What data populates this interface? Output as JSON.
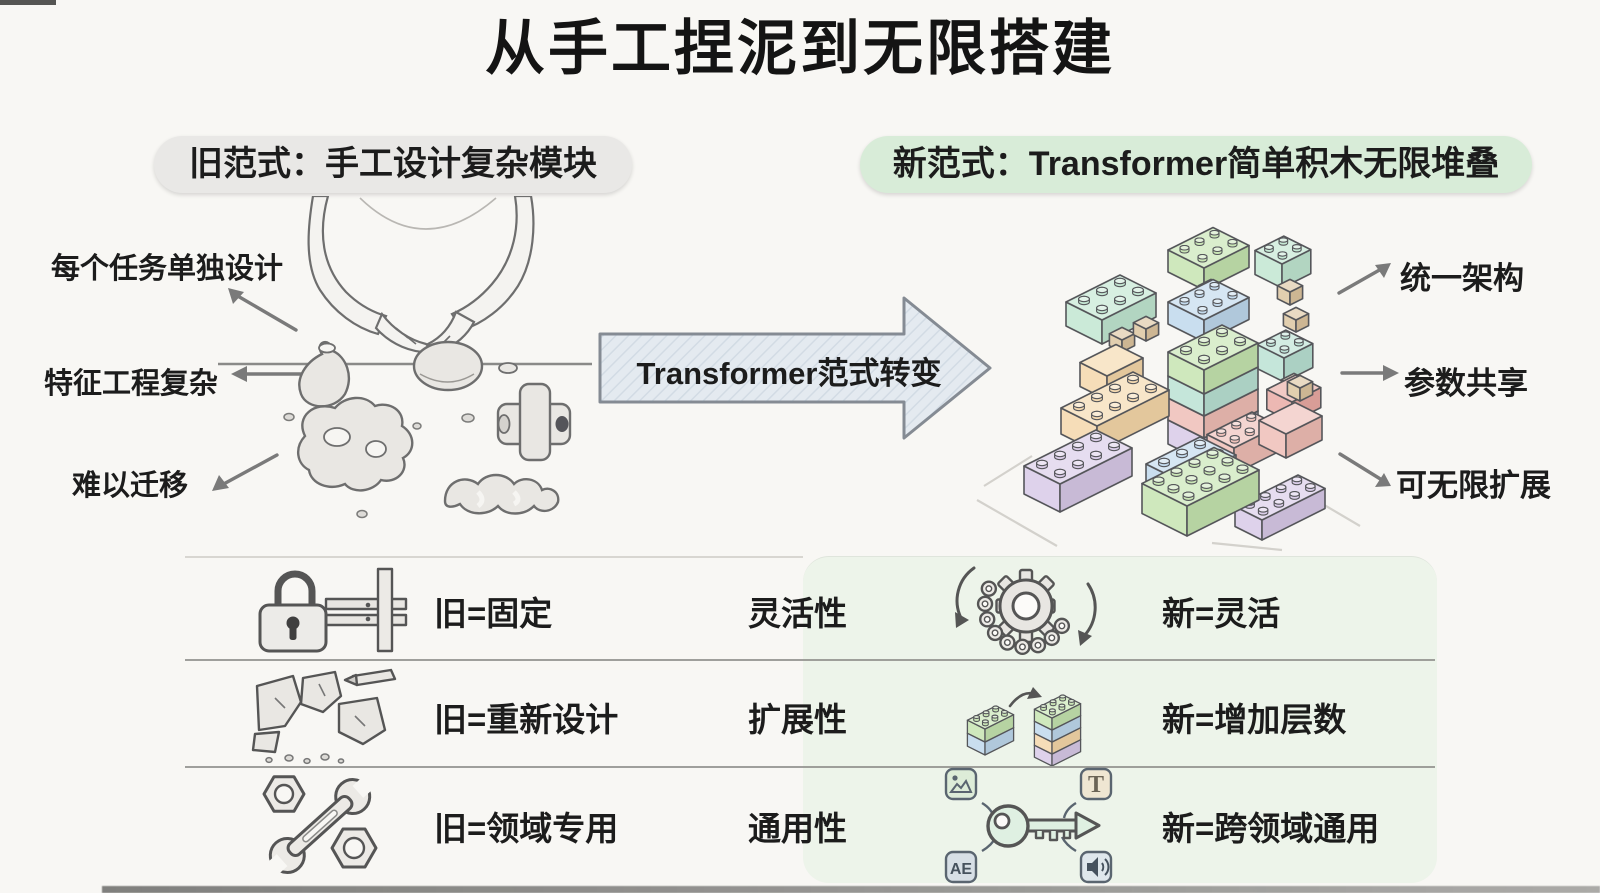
{
  "title": "从手工捏泥到无限搭建",
  "old_paradigm": {
    "header": "旧范式：手工设计复杂模块",
    "callouts": [
      "每个任务单独设计",
      "特征工程复杂",
      "难以迁移"
    ]
  },
  "transition": {
    "arrow_label": "Transformer范式转变"
  },
  "new_paradigm": {
    "header": "新范式：Transformer简单积木无限堆叠",
    "callouts": [
      "统一架构",
      "参数共享",
      "可无限扩展"
    ]
  },
  "comparison": {
    "rows": [
      {
        "old_label": "旧=固定",
        "dimension": "灵活性",
        "new_label": "新=灵活",
        "old_icon": "lock-rail-icon",
        "new_icon": "gear-chain-icon"
      },
      {
        "old_label": "旧=重新设计",
        "dimension": "扩展性",
        "new_label": "新=增加层数",
        "old_icon": "broken-pieces-icon",
        "new_icon": "brick-stack-icon"
      },
      {
        "old_label": "旧=领域专用",
        "dimension": "通用性",
        "new_label": "新=跨领域通用",
        "old_icon": "wrench-nuts-icon",
        "new_icon": "key-modalities-icon"
      }
    ],
    "modality_glyphs": {
      "text": "T",
      "language": "AE"
    },
    "modality_icons": [
      "image-icon",
      "text-icon",
      "language-icon",
      "audio-icon"
    ]
  },
  "colors": {
    "background": "#f8f7f4",
    "ink": "#1c1c1c",
    "old_pill_bg": "#e9e8e6",
    "new_pill_bg": "#d8ecd8",
    "panel_green": "#edf4ea",
    "arrow_fill": "#e4eaf0",
    "arrow_stroke": "#858b93",
    "annotation_arrow": "#7a7a7a",
    "sketch_stroke": "#6e6e6e",
    "sketch_fill": "#e9e7e3",
    "brick_green": "#c4e3ae",
    "brick_mint": "#bfe5cf",
    "brick_teal": "#b8e0d2",
    "brick_blue": "#bdd7ec",
    "brick_orange": "#f4d6a8",
    "brick_pink": "#eebcb4",
    "brick_red": "#e8a9a2",
    "brick_purple": "#d7c8e6",
    "brick_peg": "#dcc49e",
    "mini_image_bg": "#ddecd8",
    "mini_text_bg": "#efe6d2",
    "mini_lang_bg": "#d7dfe6",
    "mini_audio_bg": "#dfe7ec",
    "key_fill": "#dff0e2"
  }
}
